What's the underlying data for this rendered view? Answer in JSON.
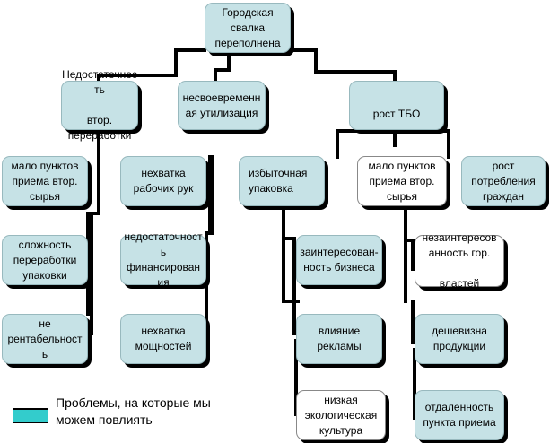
{
  "colors": {
    "actionable": "#c6e2e6",
    "other": "#ffffff",
    "legend_fill": "#33cccc"
  },
  "root": {
    "label": "Городская\nсвалка\nпереполнена"
  },
  "level1": [
    {
      "label": "Недостаточнос\nть\n\nвтор.\nпереработки"
    },
    {
      "label": "несвоевременн\nая утилизация"
    },
    {
      "label": "рост ТБО"
    }
  ],
  "level2": [
    {
      "label": "мало пунктов\nприема втор.\nсырья",
      "actionable": true
    },
    {
      "label": "нехватка\nрабочих рук",
      "actionable": true
    },
    {
      "label": "избыточная\nупаковка",
      "actionable": true
    },
    {
      "label": "мало пунктов\nприема втор.\nсырья",
      "actionable": false
    },
    {
      "label": "рост\nпотребления\nграждан",
      "actionable": true
    }
  ],
  "level3": [
    {
      "label": "сложность\nпереработки\nупаковки",
      "actionable": true
    },
    {
      "label": "не\nрентабельност\nь",
      "actionable": true
    },
    {
      "label": "недостаточност\nь\nфинансирован\nия",
      "actionable": true
    },
    {
      "label": "нехватка\nмощностей",
      "actionable": true
    },
    {
      "label": "заинтересован-\nность бизнеса",
      "actionable": true
    },
    {
      "label": "влияние\nрекламы",
      "actionable": true
    },
    {
      "label": "низкая\nэкологическая\nкультура",
      "actionable": false
    },
    {
      "label": "незаинтересов\nанность гор.\n\nвластей",
      "actionable": false
    },
    {
      "label": "дешевизна\nпродукции",
      "actionable": true
    },
    {
      "label": "отдаленность\nпункта приема",
      "actionable": true
    }
  ],
  "legend": {
    "text": "Проблемы, на которые мы\nможем повлиять"
  }
}
